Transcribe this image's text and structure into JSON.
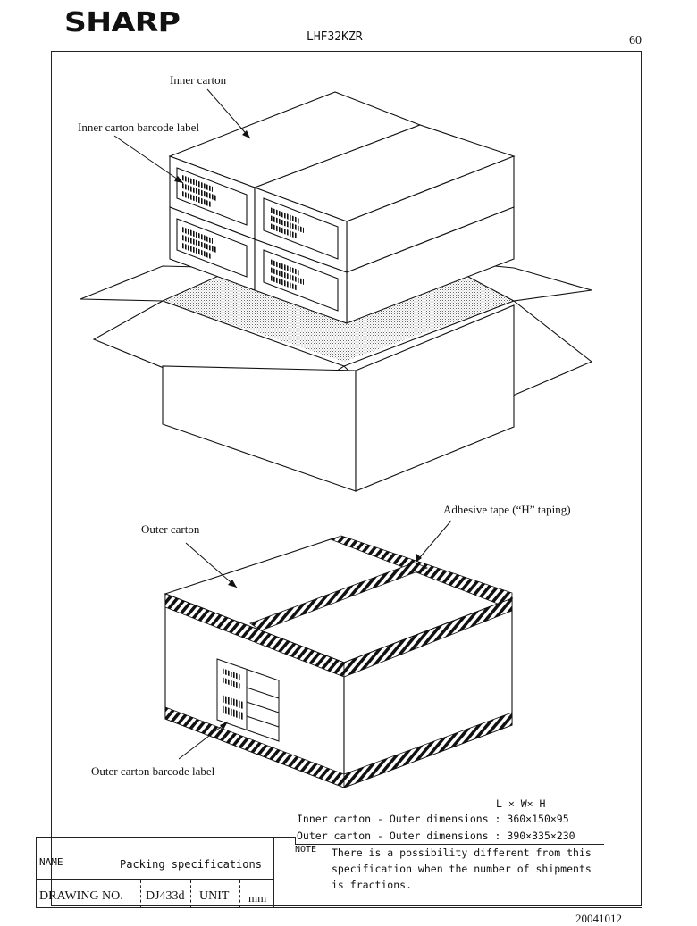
{
  "header": {
    "brand": "SHARP",
    "part_number": "LHF32KZR",
    "page_number": "60"
  },
  "callouts": {
    "inner_carton": "Inner carton",
    "inner_label": "Inner carton barcode label",
    "adhesive_tape": "Adhesive tape (“H” taping)",
    "outer_carton": "Outer carton",
    "outer_label": "Outer carton barcode label"
  },
  "dimensions": {
    "heading": "L × W× H",
    "inner_row": "Inner carton - Outer dimensions : 360×150×95",
    "outer_row": "Outer carton - Outer dimensions : 390×335×230"
  },
  "note": {
    "label": "NOTE",
    "line1": "There is a possibility different from this",
    "line2": "specification when the number of shipments",
    "line3": "is fractions."
  },
  "title_block": {
    "name_label": "NAME",
    "name_value": "Packing specifications",
    "drawing_label": "DRAWING NO.",
    "drawing_value": "DJ433d",
    "unit_label": "UNIT",
    "unit_value": "mm"
  },
  "footer": {
    "doc_id": "20041012"
  }
}
